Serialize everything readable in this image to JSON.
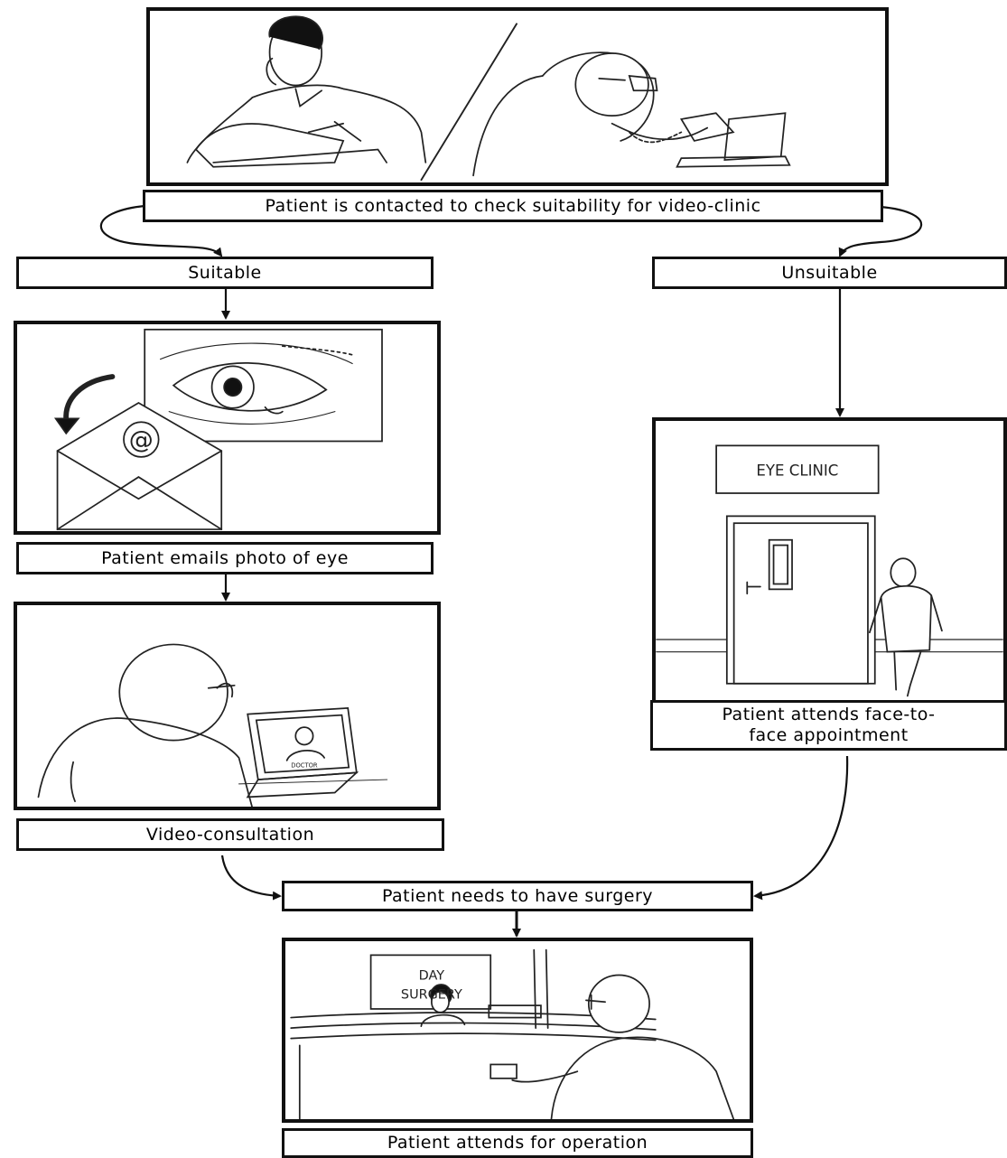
{
  "steps": {
    "contact": "Patient is contacted to check suitability for video-clinic",
    "suitable": "Suitable",
    "unsuitable": "Unsuitable",
    "email_photo": "Patient emails photo of eye",
    "video_consult": "Video-consultation",
    "face_to_face": "Patient attends face-to-face appointment",
    "surgery_needed": "Patient needs to have surgery",
    "operation": "Patient attends for operation"
  },
  "signs": {
    "eye_clinic": "EYE CLINIC",
    "day_surgery_line1": "DAY",
    "day_surgery_line2": "SURGERY",
    "laptop_tag": "DOCTOR",
    "email_symbol": "@"
  }
}
